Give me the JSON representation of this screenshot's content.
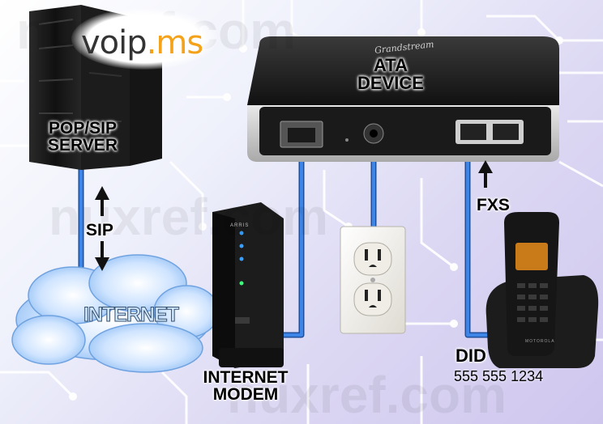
{
  "logo": {
    "part1": "voip",
    "part2": ".ms"
  },
  "server": {
    "label_line1": "POP/SIP",
    "label_line2": "SERVER"
  },
  "ata": {
    "label_line1": "ATA",
    "label_line2": "DEVICE",
    "brand": "Grandstream"
  },
  "modem": {
    "label_line1": "INTERNET",
    "label_line2": "MODEM",
    "brand": "ARRIS"
  },
  "cloud": {
    "label": "INTERNET"
  },
  "links": {
    "sip_label": "SIP",
    "fxs_label": "FXS"
  },
  "phone": {
    "did_label": "DID",
    "did_number": "555 555 1234",
    "brand": "MOTOROLA"
  },
  "watermark": {
    "text": "nuxref.com"
  },
  "colors": {
    "cable": "#3d86e8",
    "accent": "#f4a21a"
  }
}
